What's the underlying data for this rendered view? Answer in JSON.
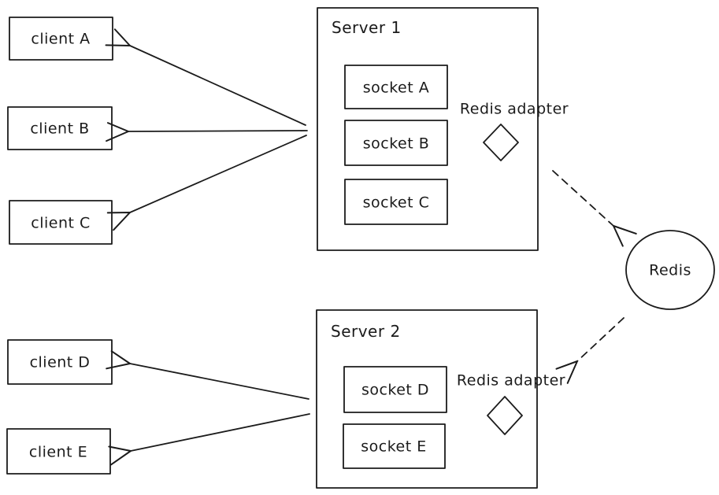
{
  "colors": {
    "stroke": "#1b1b1b",
    "background": "#ffffff"
  },
  "clients": [
    {
      "label": "client A"
    },
    {
      "label": "client B"
    },
    {
      "label": "client C"
    },
    {
      "label": "client D"
    },
    {
      "label": "client E"
    }
  ],
  "server1": {
    "title": "Server 1",
    "sockets": [
      {
        "label": "socket A"
      },
      {
        "label": "socket B"
      },
      {
        "label": "socket C"
      }
    ],
    "adapter_label": "Redis adapter"
  },
  "server2": {
    "title": "Server 2",
    "sockets": [
      {
        "label": "socket D"
      },
      {
        "label": "socket E"
      }
    ],
    "adapter_label": "Redis adapter"
  },
  "redis": {
    "label": "Redis"
  }
}
